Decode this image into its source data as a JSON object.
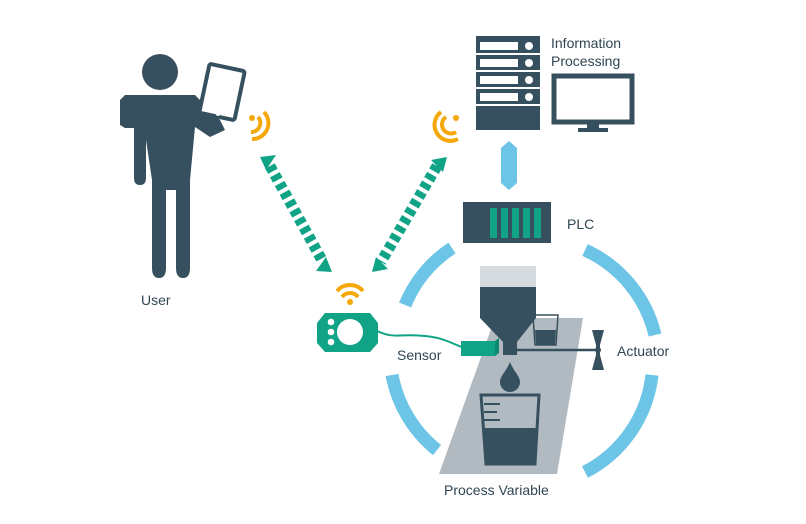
{
  "labels": {
    "user": "User",
    "info_line1": "Information",
    "info_line2": "Processing",
    "plc": "PLC",
    "sensor": "Sensor",
    "actuator": "Actuator",
    "process_variable": "Process Variable"
  },
  "colors": {
    "dark": "#37505f",
    "green": "#10a386",
    "orange": "#f5a80a",
    "blue": "#6cc5e6",
    "gray": "#b1bac1",
    "light_gray": "#d6dbdf"
  }
}
